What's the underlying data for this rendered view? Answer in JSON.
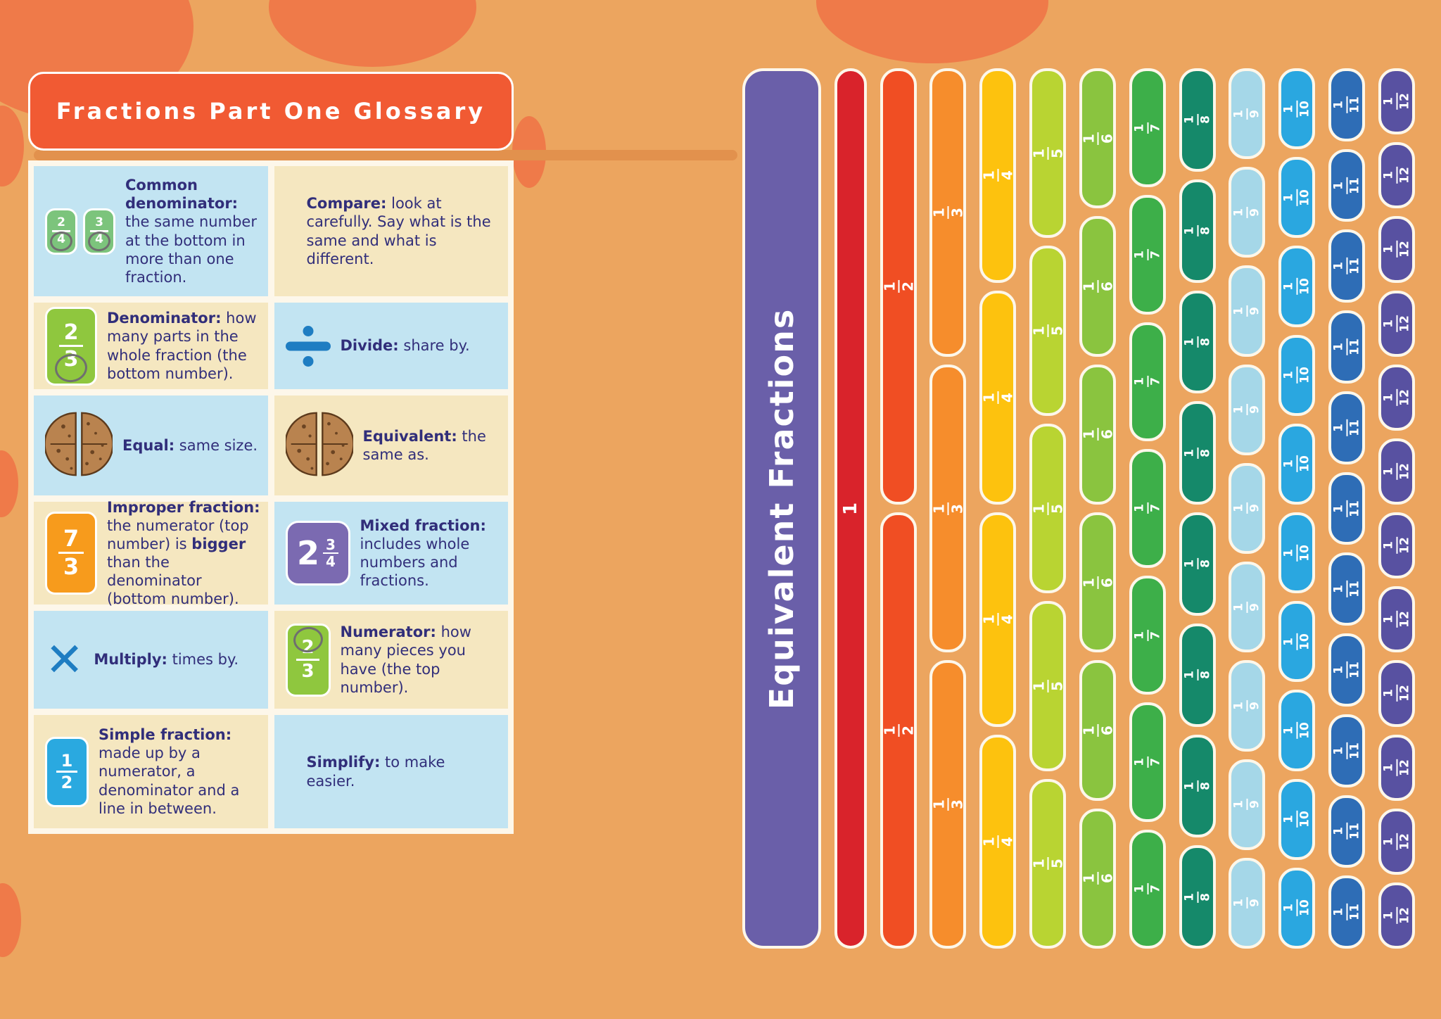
{
  "background": {
    "base_color": "#eca55f",
    "blob_color": "#ef7a49",
    "band_color": "#e2914d"
  },
  "glossary": {
    "title": "Fractions Part One Glossary",
    "title_bg": "#f15a33",
    "cell_blue": "#c2e4f2",
    "cell_cream": "#f5e7c0",
    "text_color": "#312e7a",
    "rows": [
      [
        {
          "bg": "blue",
          "term": "Common denominator",
          "def": "the same number at the bottom in more than one fraction.",
          "icon": {
            "name": "fraction-tiles-icon",
            "type": "tile-pair",
            "color": "#7cc47c",
            "tiles": [
              {
                "num": "2",
                "den": "4",
                "ring": "den"
              },
              {
                "num": "3",
                "den": "4",
                "ring": "den"
              }
            ]
          }
        },
        {
          "bg": "cream",
          "term": "Compare",
          "def": "look at carefully. Say what is the same and what is different."
        }
      ],
      [
        {
          "bg": "cream",
          "term": "Denominator",
          "def": "how many parts in the whole fraction (the bottom number).",
          "icon": {
            "name": "denominator-tile-icon",
            "type": "tile",
            "num": "2",
            "den": "3",
            "ring": "den",
            "color": "#8fc73e"
          }
        },
        {
          "bg": "blue",
          "term": "Divide",
          "def": "share by.",
          "icon": {
            "name": "divide-icon",
            "type": "divide",
            "color": "#1e7dc2"
          }
        }
      ],
      [
        {
          "bg": "blue",
          "term": "Equal",
          "def": "same size.",
          "icon": {
            "name": "cookie-halves-icon",
            "type": "cookie"
          }
        },
        {
          "bg": "cream",
          "term": "Equivalent",
          "def": "the same as.",
          "icon": {
            "name": "cookie-halves-icon",
            "type": "cookie"
          }
        }
      ],
      [
        {
          "bg": "cream",
          "term": "Improper fraction",
          "def": "the numerator (top number) is **bigger** than the denominator (bottom number).",
          "icon": {
            "name": "improper-fraction-tile-icon",
            "type": "tile",
            "num": "7",
            "den": "3",
            "color": "#f79b1c"
          }
        },
        {
          "bg": "blue",
          "term": "Mixed fraction",
          "def": "includes whole numbers and fractions.",
          "icon": {
            "name": "mixed-fraction-tile-icon",
            "type": "mixed",
            "whole": "2",
            "num": "3",
            "den": "4",
            "color": "#7b6ab1"
          }
        }
      ],
      [
        {
          "bg": "blue",
          "term": "Multiply",
          "def": "times by.",
          "icon": {
            "name": "multiply-icon",
            "type": "multiply",
            "glyph": "✕",
            "color": "#1e7dc2"
          }
        },
        {
          "bg": "cream",
          "term": "Numerator",
          "def": "how many pieces you have (the top number).",
          "icon": {
            "name": "numerator-tile-icon",
            "type": "tile",
            "num": "2",
            "den": "3",
            "ring": "num",
            "color": "#8fc73e"
          }
        }
      ],
      [
        {
          "bg": "cream",
          "term": "Simple fraction",
          "def": "made up by a numerator, a denominator and a line in between.",
          "icon": {
            "name": "simple-fraction-tile-icon",
            "type": "tile",
            "num": "1",
            "den": "2",
            "color": "#2aa9e0"
          }
        },
        {
          "bg": "blue",
          "term": "Simplify",
          "def": "to make easier."
        }
      ]
    ]
  },
  "wall": {
    "title": "Equivalent Fractions",
    "title_bg": "#6a5fa9",
    "segment_border": "#fdf7ea",
    "columns": [
      {
        "label": "1",
        "den": 1,
        "color": "#d9232b"
      },
      {
        "label": "1/2",
        "den": 2,
        "color": "#f04e23"
      },
      {
        "label": "1/3",
        "den": 3,
        "color": "#f68d2c"
      },
      {
        "label": "1/4",
        "den": 4,
        "color": "#fdc20e"
      },
      {
        "label": "1/5",
        "den": 5,
        "color": "#b9d432"
      },
      {
        "label": "1/6",
        "den": 6,
        "color": "#8ac43f"
      },
      {
        "label": "1/7",
        "den": 7,
        "color": "#3daf49"
      },
      {
        "label": "1/8",
        "den": 8,
        "color": "#15896a"
      },
      {
        "label": "1/9",
        "den": 9,
        "color": "#a5d7e8"
      },
      {
        "label": "1/10",
        "den": 10,
        "color": "#2aa7e0"
      },
      {
        "label": "1/11",
        "den": 11,
        "color": "#2e6db6"
      },
      {
        "label": "1/12",
        "den": 12,
        "color": "#5851a1"
      }
    ]
  }
}
